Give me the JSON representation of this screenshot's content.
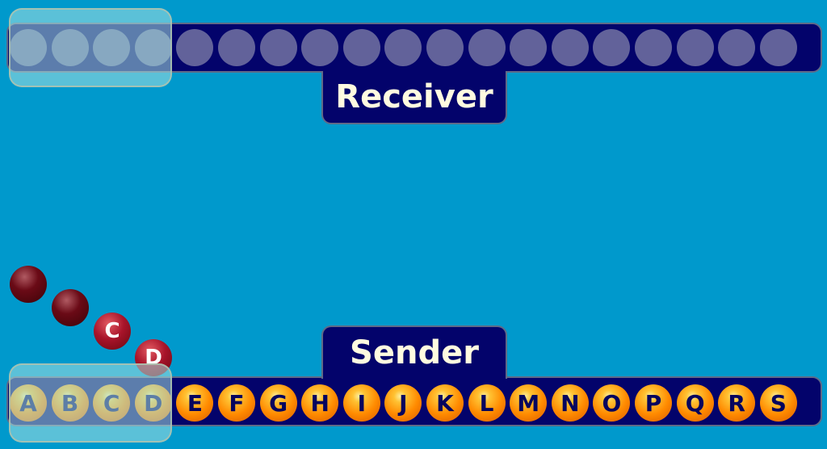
{
  "receiver": {
    "label": "Receiver",
    "slot_count": 19,
    "window_size": 4
  },
  "sender": {
    "label": "Sender",
    "packets": [
      "A",
      "B",
      "C",
      "D",
      "E",
      "F",
      "G",
      "H",
      "I",
      "J",
      "K",
      "L",
      "M",
      "N",
      "O",
      "P",
      "Q",
      "R",
      "S"
    ],
    "window_size": 4
  },
  "in_flight": [
    {
      "label": ""
    },
    {
      "label": ""
    },
    {
      "label": "C"
    },
    {
      "label": "D"
    }
  ],
  "colors": {
    "background": "#0099cc",
    "track": "#03036b",
    "packet": "#ff8a00",
    "in_flight": "#6a0a16",
    "window": "#a5e1e1"
  }
}
